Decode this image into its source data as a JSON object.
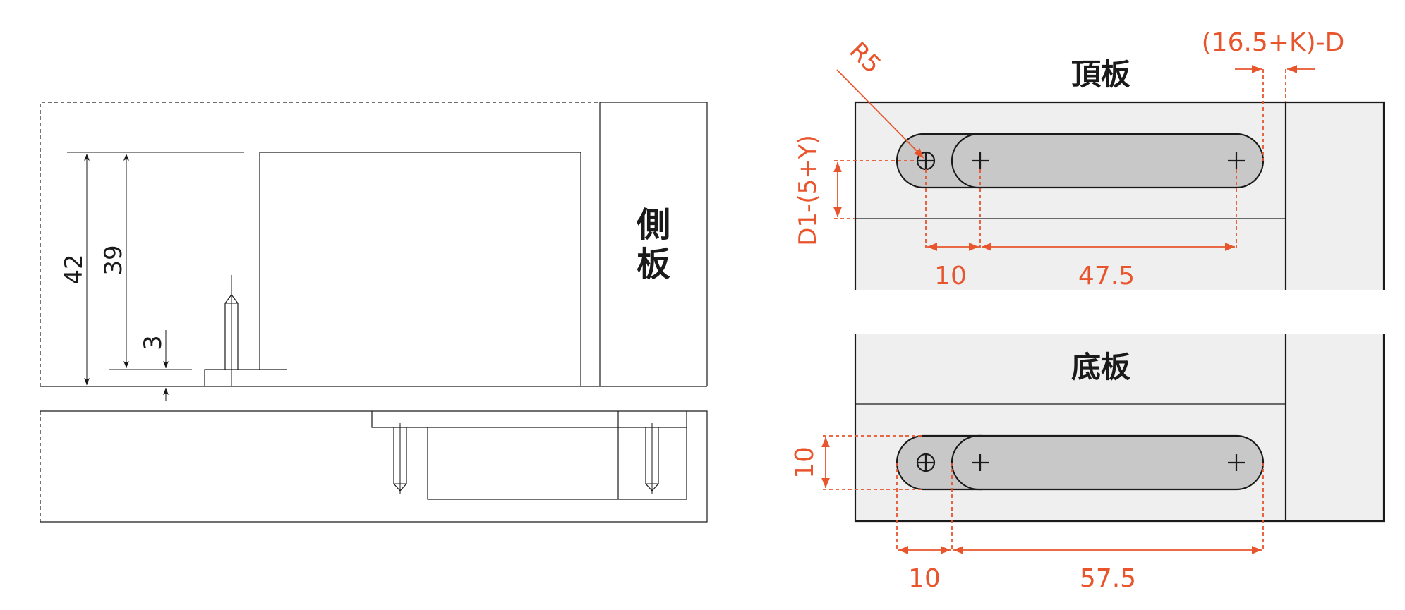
{
  "left_view": {
    "side_panel_label": "側板",
    "dim_42": "42",
    "dim_39": "39",
    "dim_3": "3"
  },
  "top_panel": {
    "label": "頂板",
    "dim_radius": "R5",
    "dim_offset": "(16.5+K)-D",
    "dim_vertical": "D1-(5+Y)",
    "dim_10": "10",
    "dim_47_5": "47.5"
  },
  "bottom_panel": {
    "label": "底板",
    "dim_vertical_10": "10",
    "dim_10": "10",
    "dim_57_5": "57.5"
  },
  "colors": {
    "dimension": "#e8552d",
    "line": "#1a1a1a",
    "panel_fill": "#efefef",
    "slot_fill": "#c8c8c8"
  }
}
